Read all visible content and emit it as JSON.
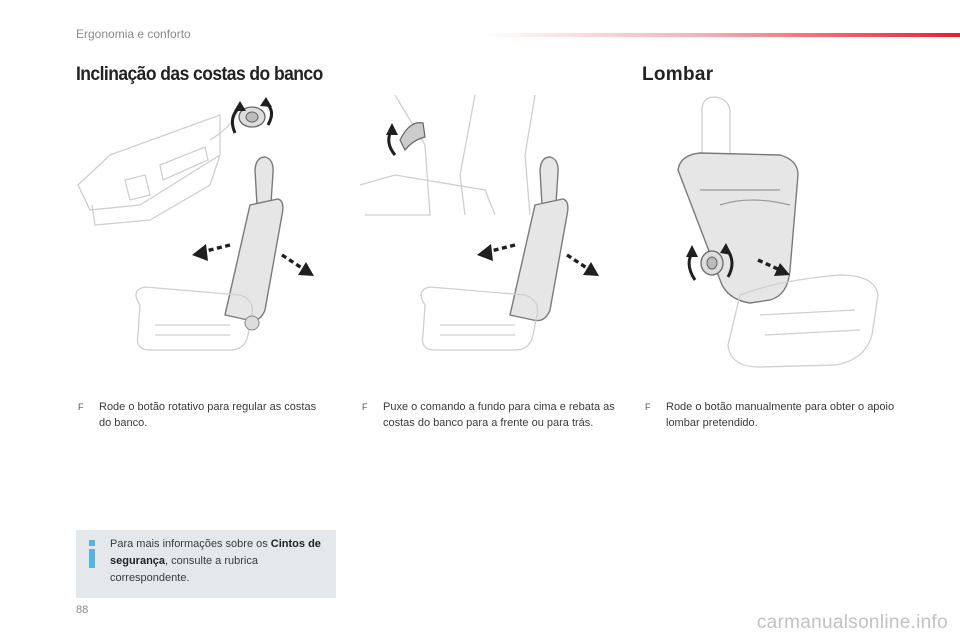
{
  "header": {
    "section": "Ergonomia e conforto"
  },
  "sections": [
    {
      "title": "Inclinação das costas do banco"
    },
    {
      "title": "Lombar"
    }
  ],
  "instructions": [
    {
      "bullet": "F",
      "text": "Rode o botão rotativo para regular as costas do banco."
    },
    {
      "bullet": "F",
      "text": "Puxe o comando a fundo para cima e rebata as costas do banco para a frente ou para trás."
    },
    {
      "bullet": "F",
      "text": "Rode o botão manualmente para obter o apoio lombar pretendido."
    }
  ],
  "info": {
    "icon": "info-icon",
    "text_before": "Para mais informações sobre os ",
    "text_bold": "Cintos de segurança",
    "text_after": ", consulte a rubrica correspondente."
  },
  "footer": {
    "page_number": "88",
    "watermark": "carmanualsonline.info"
  },
  "colors": {
    "accent_red": "#e6202f",
    "info_box": "#e4e8ea",
    "info_icon": "#4fb8e0"
  }
}
